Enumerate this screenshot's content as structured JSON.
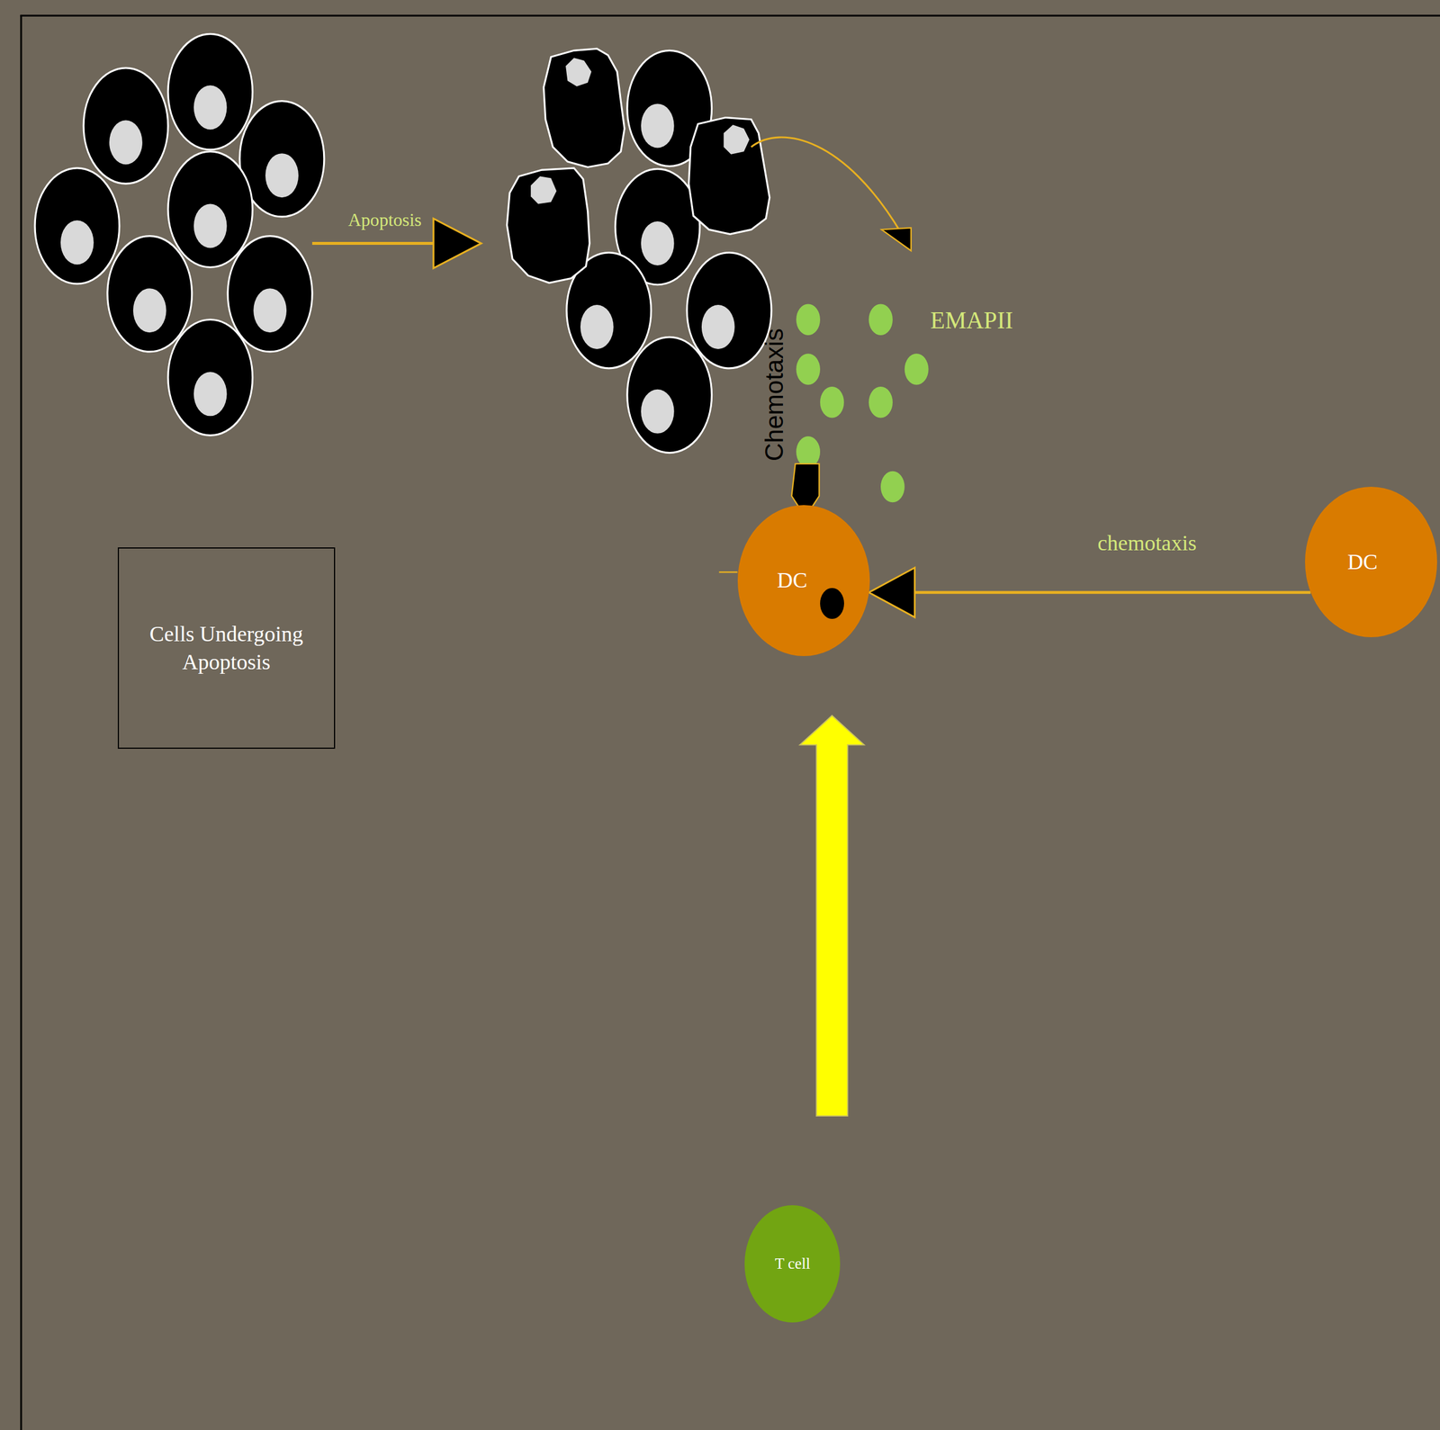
{
  "diagram": {
    "nodes": [
      {
        "text": [
          "Cells Undergoing Apoptosis"
        ]
      },
      {
        "text": [
          "DC"
        ]
      },
      {
        "text": [
          "DC"
        ]
      },
      {
        "text": [
          "T cell"
        ]
      }
    ],
    "edges": [
      {
        "from": 2,
        "to": 1,
        "label": "chemotaxis",
        "arrow": "to"
      },
      {
        "from": 3,
        "to": 1,
        "arrow": "to"
      }
    ],
    "labels": [
      "Apoptosis",
      "EMAPII",
      "Chemotaxis"
    ]
  }
}
